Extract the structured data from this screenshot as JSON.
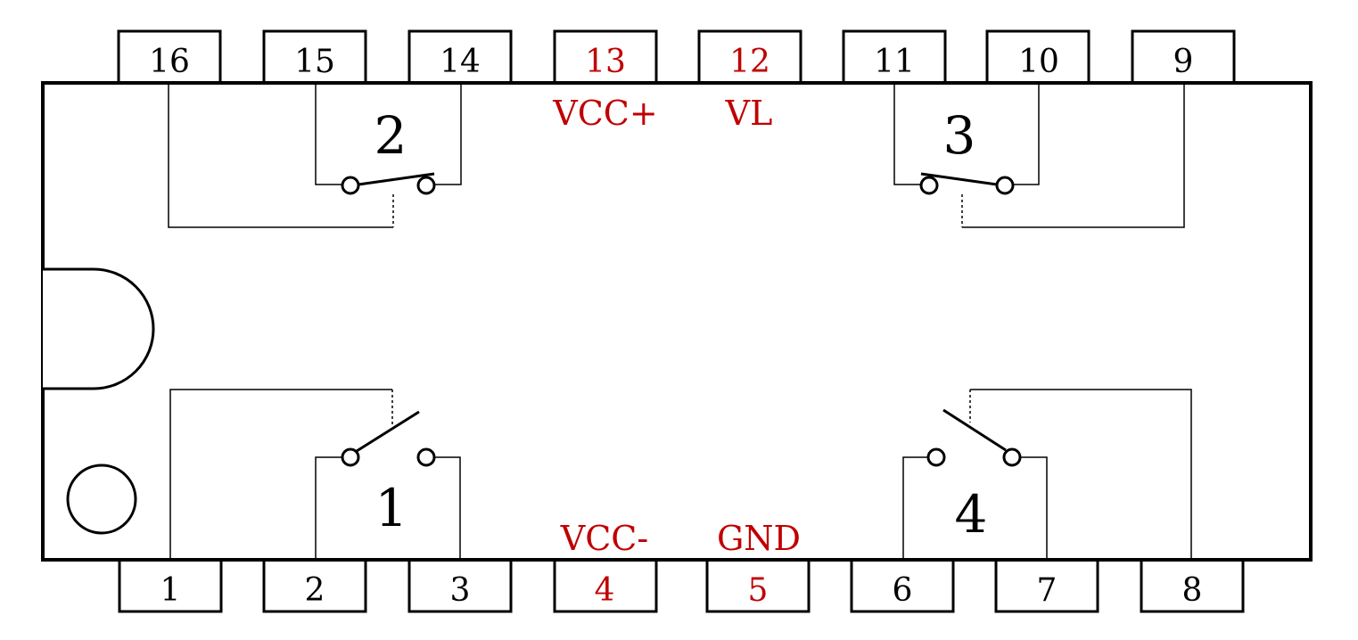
{
  "colors": {
    "ink": "#000000",
    "power": "#c00000",
    "background": "#ffffff"
  },
  "pins": {
    "p1": "1",
    "p2": "2",
    "p3": "3",
    "p4": "4",
    "p5": "5",
    "p6": "6",
    "p7": "7",
    "p8": "8",
    "p9": "9",
    "p10": "10",
    "p11": "11",
    "p12": "12",
    "p13": "13",
    "p14": "14",
    "p15": "15",
    "p16": "16"
  },
  "power_labels": {
    "vcc_plus": "VCC+",
    "vl": "VL",
    "vcc_minus": "VCC-",
    "gnd": "GND"
  },
  "switches": {
    "s1": "1",
    "s2": "2",
    "s3": "3",
    "s4": "4"
  }
}
